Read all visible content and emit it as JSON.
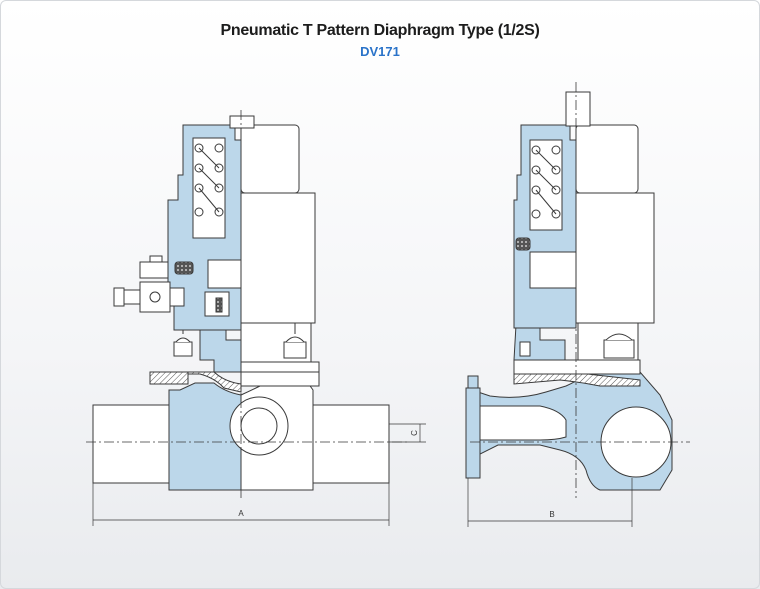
{
  "header": {
    "title": "Pneumatic T Pattern Diaphragm Type (1/2S)",
    "model": "DV171"
  },
  "dimensions": {
    "a": "A",
    "b": "B",
    "c": "C"
  },
  "colors": {
    "section_fill": "#bcd7ea",
    "outline": "#3a3a3a",
    "model_text": "#2a73c9"
  }
}
